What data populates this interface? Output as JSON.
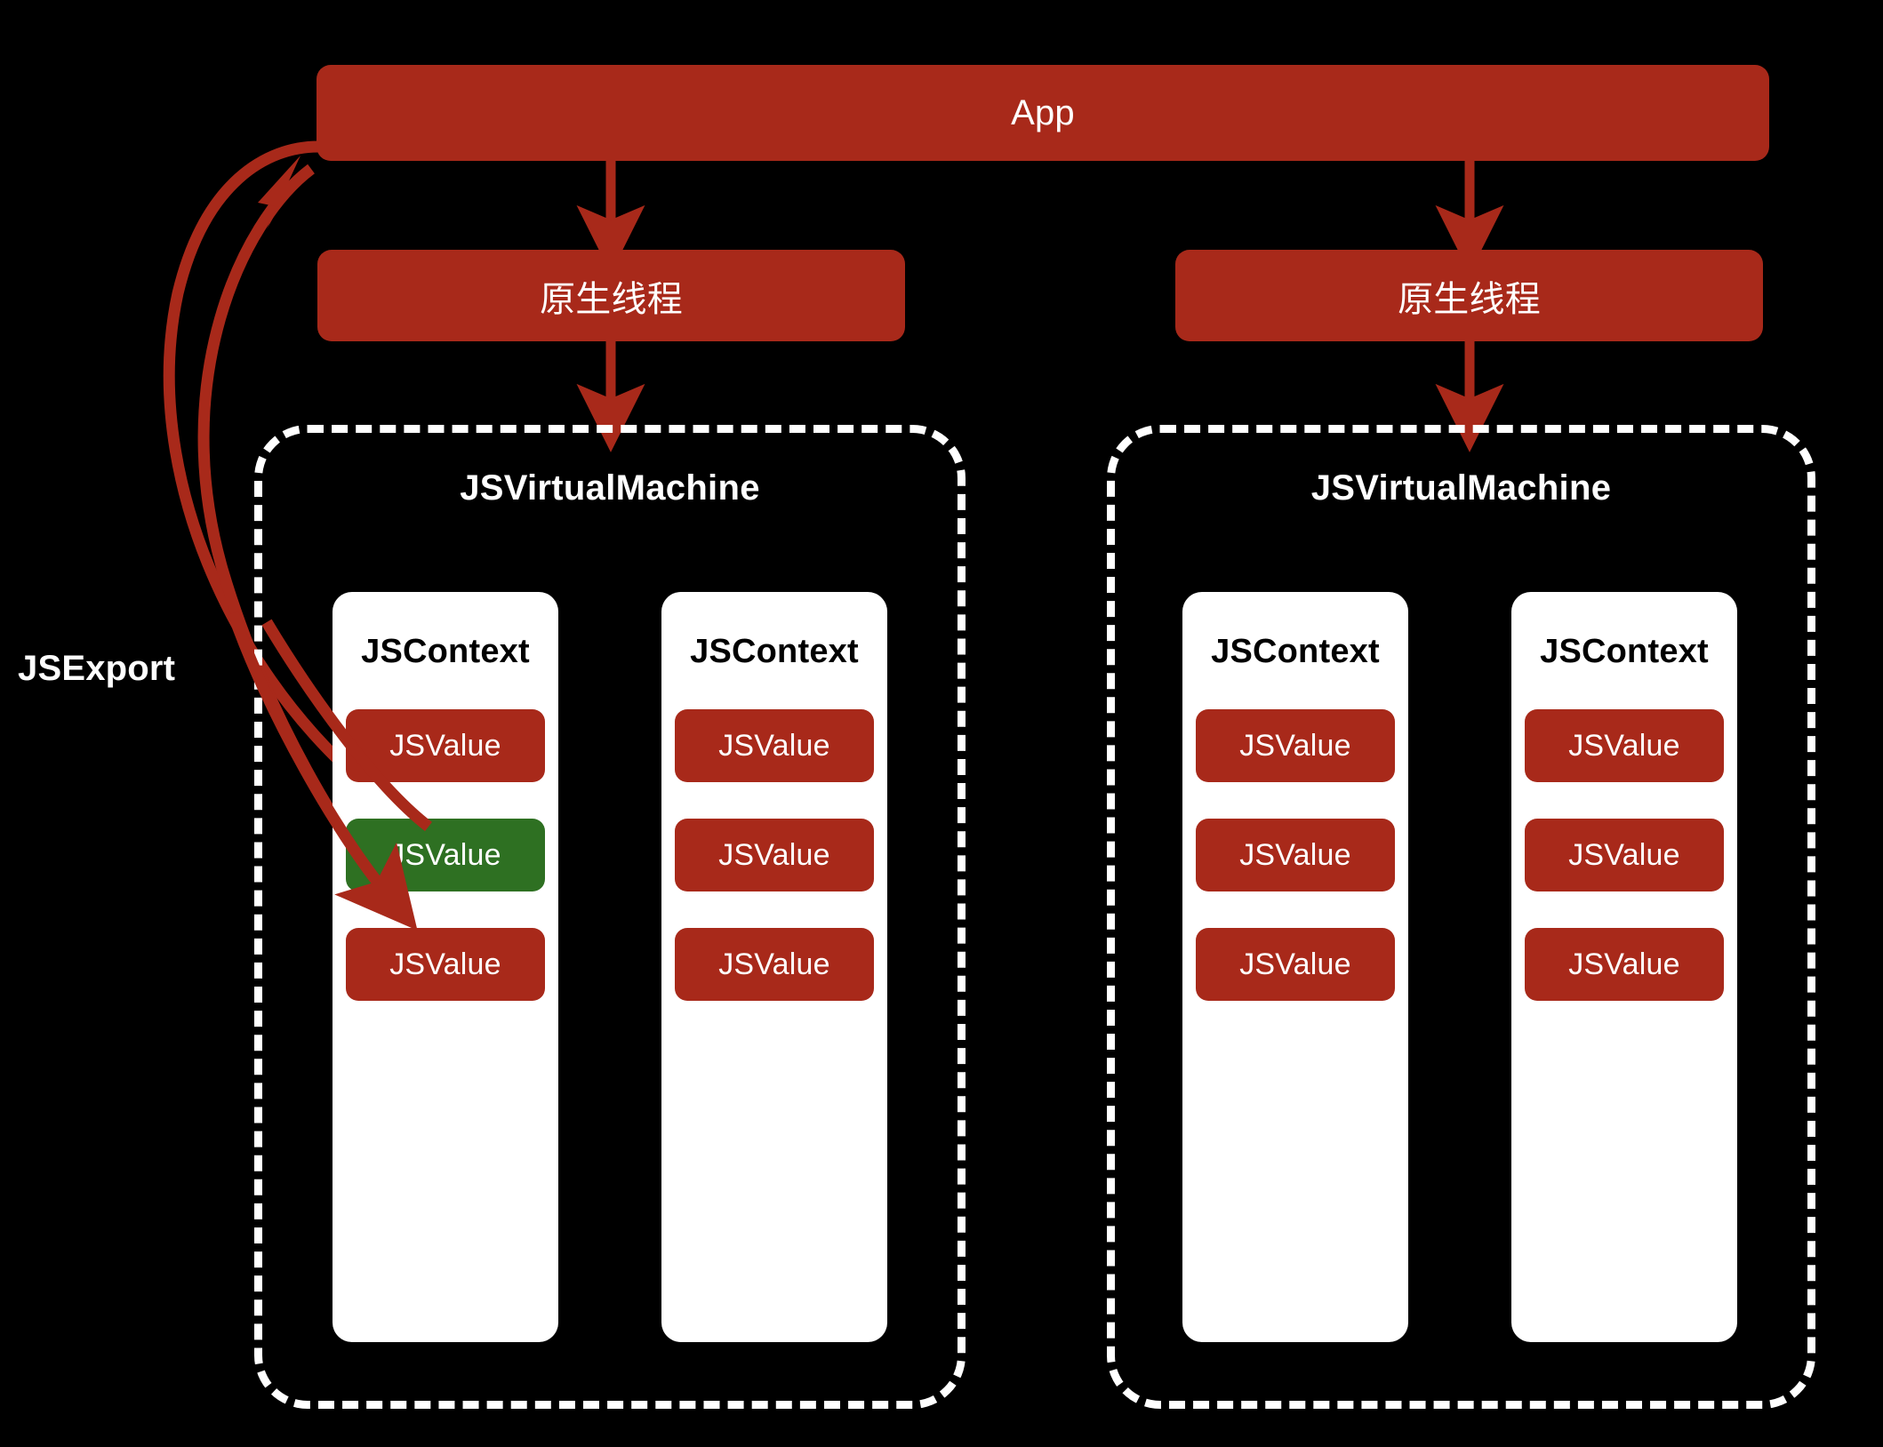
{
  "diagram": {
    "title": "App",
    "background_color": "#000000",
    "accent_red": "#A8291A",
    "accent_green": "#2E7022",
    "border_white": "#FFFFFF"
  },
  "app": {
    "label": "App"
  },
  "threads": [
    {
      "label": "原生线程"
    },
    {
      "label": "原生线程"
    }
  ],
  "virtual_machines": [
    {
      "label": "JSVirtualMachine",
      "contexts": [
        {
          "label": "JSContext",
          "values": [
            {
              "label": "JSValue",
              "color": "red"
            },
            {
              "label": "JSValue",
              "color": "green"
            },
            {
              "label": "JSValue",
              "color": "red"
            }
          ]
        },
        {
          "label": "JSContext",
          "values": [
            {
              "label": "JSValue",
              "color": "red"
            },
            {
              "label": "JSValue",
              "color": "red"
            },
            {
              "label": "JSValue",
              "color": "red"
            }
          ]
        }
      ]
    },
    {
      "label": "JSVirtualMachine",
      "contexts": [
        {
          "label": "JSContext",
          "values": [
            {
              "label": "JSValue",
              "color": "red"
            },
            {
              "label": "JSValue",
              "color": "red"
            },
            {
              "label": "JSValue",
              "color": "red"
            }
          ]
        },
        {
          "label": "JSContext",
          "values": [
            {
              "label": "JSValue",
              "color": "red"
            },
            {
              "label": "JSValue",
              "color": "red"
            },
            {
              "label": "JSValue",
              "color": "red"
            }
          ]
        }
      ]
    }
  ],
  "annotations": {
    "jsexport_label": "JSExport"
  }
}
